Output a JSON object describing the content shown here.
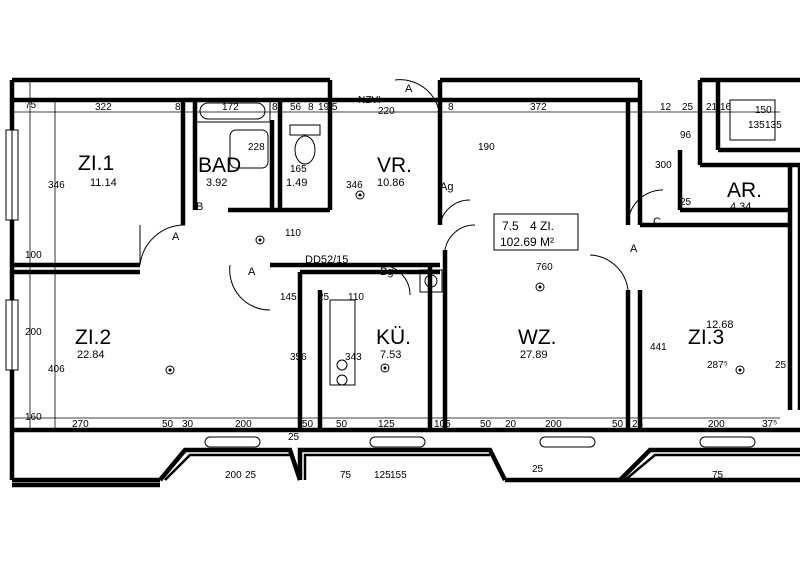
{
  "rooms": [
    {
      "id": "zi1",
      "name": "ZI.1",
      "area": "11.14"
    },
    {
      "id": "bad",
      "name": "BAD",
      "area": "3.92"
    },
    {
      "id": "wc",
      "name": "",
      "area": "1.49"
    },
    {
      "id": "vr",
      "name": "VR.",
      "area": "10.86"
    },
    {
      "id": "ar",
      "name": "AR.",
      "area": "4.34"
    },
    {
      "id": "zi2",
      "name": "ZI.2",
      "area": "22.84"
    },
    {
      "id": "ku",
      "name": "KÜ.",
      "area": "7.53"
    },
    {
      "id": "wz",
      "name": "WZ.",
      "area": "27.89"
    },
    {
      "id": "zi3",
      "name": "ZI.3",
      "area": "12.68"
    }
  ],
  "unit_label": {
    "number": "7.5",
    "rooms": "4 ZI.",
    "area": "102.69",
    "area_unit": "M²"
  },
  "dimensions": {
    "top": [
      "75",
      "322",
      "8",
      "172",
      "8",
      "56",
      "8",
      "19,5",
      "NZVI",
      "220",
      "8",
      "372",
      "12",
      "25",
      "21",
      "16",
      "150",
      "135"
    ],
    "left": [
      "346",
      "100",
      "200",
      "406",
      "160"
    ],
    "interior": [
      "228",
      "165",
      "346",
      "190",
      "300",
      "96",
      "135",
      "110",
      "145",
      "25",
      "110",
      "356",
      "343",
      "760",
      "441",
      "287⁵",
      "25",
      "25"
    ],
    "bottom": [
      "270",
      "50",
      "30",
      "200",
      "25",
      "50",
      "50",
      "125",
      "105",
      "50",
      "20",
      "200",
      "50",
      "25",
      "200",
      "37⁵"
    ],
    "below": [
      "200",
      "25",
      "75",
      "125",
      "155",
      "25",
      "75"
    ]
  },
  "annotations": {
    "duct": "DD52/15",
    "door_a": "A",
    "door_b": "B",
    "door_c": "C",
    "ag": "Ag",
    "bg": "Bg"
  }
}
